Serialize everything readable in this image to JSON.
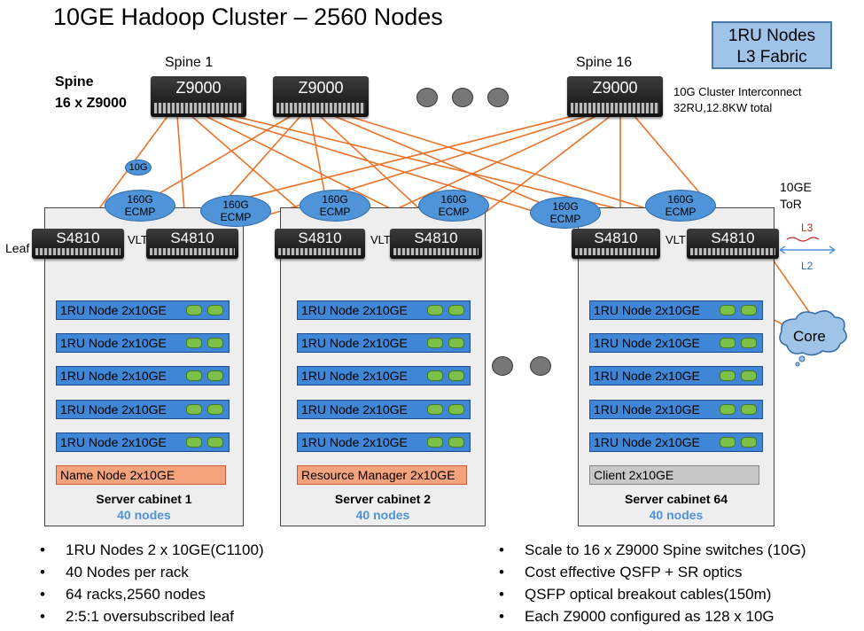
{
  "title": "10GE Hadoop Cluster – 2560 Nodes",
  "badge": {
    "line1": "1RU Nodes",
    "line2": "L3 Fabric"
  },
  "spine": {
    "heading_line1": "Spine",
    "heading_line2": "16 x Z9000",
    "label_first": "Spine 1",
    "label_last": "Spine 16",
    "switch_model": "Z9000",
    "note_line1": "10G Cluster Interconnect",
    "note_line2": "32RU,12.8KW total"
  },
  "link_10g": "10G",
  "ecmp": {
    "line1": "160G",
    "line2": "ECMP"
  },
  "tor": {
    "line1": "10GE",
    "line2": "ToR",
    "l3": "L3",
    "l2": "L2"
  },
  "leaf_label": "Leaf",
  "leaf_model": "S4810",
  "vlt": "VLT",
  "core": "Core",
  "node_label": "1RU Node 2x10GE",
  "cabinets": [
    {
      "name": "Server cabinet 1",
      "count": "40 nodes",
      "special": "Name Node 2x10GE"
    },
    {
      "name": "Server cabinet 2",
      "count": "40 nodes",
      "special": "Resource Manager 2x10GE"
    },
    {
      "name": "Server cabinet 64",
      "count": "40 nodes",
      "special": "Client 2x10GE"
    }
  ],
  "bullets_left": [
    "1RU Nodes 2 x 10GE(C1100)",
    "40 Nodes per rack",
    "64 racks,2560 nodes",
    "2:5:1 oversubscribed leaf"
  ],
  "bullets_right": [
    "Scale to 16 x Z9000 Spine switches (10G)",
    "Cost effective QSFP + SR optics",
    "QSFP optical breakout cables(150m)",
    "Each Z9000 configured as 128 x 10G"
  ],
  "colors": {
    "link": "#e8732a",
    "node": "#3f87d6",
    "disk": "#7cc04a",
    "name_node": "#f4a37c",
    "client": "#c8c8c8",
    "ecmp": "#4f93d8",
    "badge": "#9fc4e8"
  }
}
